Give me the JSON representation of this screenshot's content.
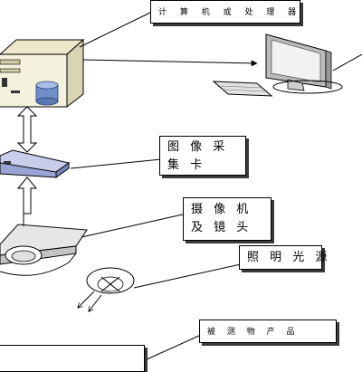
{
  "diagram": {
    "callouts": {
      "computer": "计 算 机 或 处 理 器",
      "capture": [
        "图 像 采",
        "集 卡"
      ],
      "camera": [
        "摄 像 机",
        "及 镜 头"
      ],
      "light": "照 明 光 源",
      "product": "被 测 物   产 品"
    },
    "colors": {
      "line": "#000000",
      "shadow": "#3a3a3a",
      "tower_body": "#f4f1dc",
      "tower_shade": "#d9d4b4",
      "disk_blue": "#6f8fc8",
      "monitor_frame": "#bcbcbc",
      "monitor_screen": "#f2f2f2",
      "keyboard": "#e2e2e2",
      "capture_card": "#9aa3d6",
      "camera_plate": "#d6d6d6"
    }
  }
}
